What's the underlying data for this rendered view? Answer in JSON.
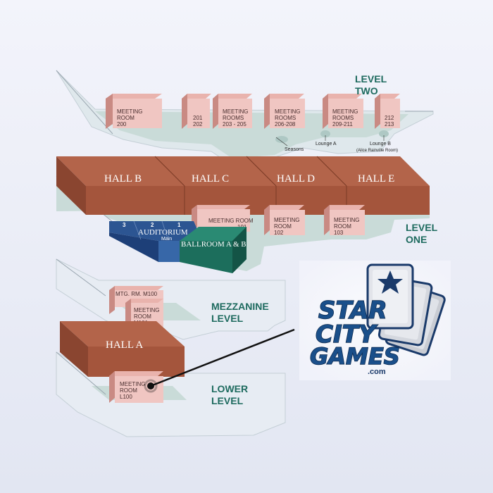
{
  "levels": {
    "level_two": [
      "LEVEL",
      "TWO"
    ],
    "level_one": [
      "LEVEL",
      "ONE"
    ],
    "mezzanine": [
      "MEZZANINE",
      "LEVEL"
    ],
    "lower": [
      "LOWER",
      "LEVEL"
    ]
  },
  "halls": {
    "b": "HALL B",
    "c": "HALL C",
    "d": "HALL D",
    "e": "HALL E",
    "a": "HALL A"
  },
  "rooms_level_two": {
    "r200": [
      "MEETING",
      "ROOM",
      "200"
    ],
    "r201": [
      "201",
      "202"
    ],
    "r203": [
      "MEETING",
      "ROOMS",
      "203 - 205"
    ],
    "r206": [
      "MEETING",
      "ROOMS",
      "206-208"
    ],
    "r209": [
      "MEETING",
      "ROOMS",
      "209-211"
    ],
    "r212": [
      "212",
      "213"
    ]
  },
  "lounges": {
    "seasons": "Seasons",
    "lounge_a": "Lounge A",
    "lounge_b": "Lounge B",
    "lounge_b_sub": "(Alice Rainville Room)"
  },
  "rooms_level_one": {
    "r101": [
      "MEETING ROOM",
      "101"
    ],
    "r102": [
      "MEETING",
      "ROOM",
      "102"
    ],
    "r103": [
      "MEETING",
      "ROOM",
      "103"
    ]
  },
  "auditorium": {
    "label": "AUDITORIUM",
    "main": "Main",
    "sections": [
      "3",
      "2",
      "1"
    ]
  },
  "ballroom": "BALLROOM A & B",
  "rooms_mezzanine": {
    "m100": "MTG. RM. M100",
    "m101": [
      "MEETING",
      "ROOM",
      "M101"
    ]
  },
  "rooms_lower": {
    "l100": [
      "MEETING",
      "ROOM",
      "L100"
    ]
  },
  "logo": {
    "line1": "STAR",
    "line2": "CITY",
    "line3": "GAMES",
    "suffix": ".com"
  },
  "colors": {
    "hall": "#a4553c",
    "room": "#f0c6c2",
    "floor": "#c9dbd8",
    "level_text": "#1d6a5e",
    "auditorium": "#1d3f78",
    "ballroom": "#1c6e5c",
    "logo_blue": "#1a4f8a"
  }
}
